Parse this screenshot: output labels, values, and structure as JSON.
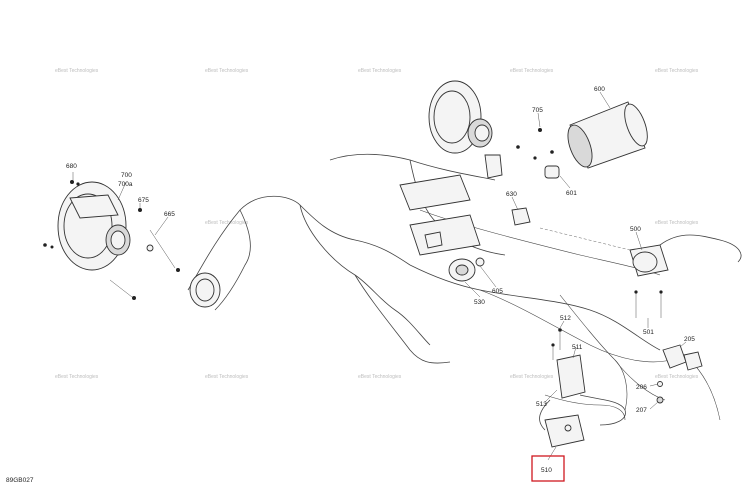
{
  "diagram_code": "89GB027",
  "watermark": "eBest Technologies",
  "callouts": [
    {
      "id": "680",
      "label": "680"
    },
    {
      "id": "700",
      "label": "700"
    },
    {
      "id": "700a",
      "label": "700a"
    },
    {
      "id": "675",
      "label": "675"
    },
    {
      "id": "665",
      "label": "665"
    },
    {
      "id": "600",
      "label": "600"
    },
    {
      "id": "705",
      "label": "705"
    },
    {
      "id": "601",
      "label": "601"
    },
    {
      "id": "630",
      "label": "630"
    },
    {
      "id": "500",
      "label": "500"
    },
    {
      "id": "605",
      "label": "605"
    },
    {
      "id": "530",
      "label": "530"
    },
    {
      "id": "501",
      "label": "501"
    },
    {
      "id": "512",
      "label": "512"
    },
    {
      "id": "511",
      "label": "511"
    },
    {
      "id": "205",
      "label": "205"
    },
    {
      "id": "513",
      "label": "513"
    },
    {
      "id": "206",
      "label": "206"
    },
    {
      "id": "207",
      "label": "207"
    },
    {
      "id": "510",
      "label": "510",
      "highlighted": true
    }
  ],
  "colors": {
    "highlight": "#d0181f",
    "line": "#333333"
  }
}
